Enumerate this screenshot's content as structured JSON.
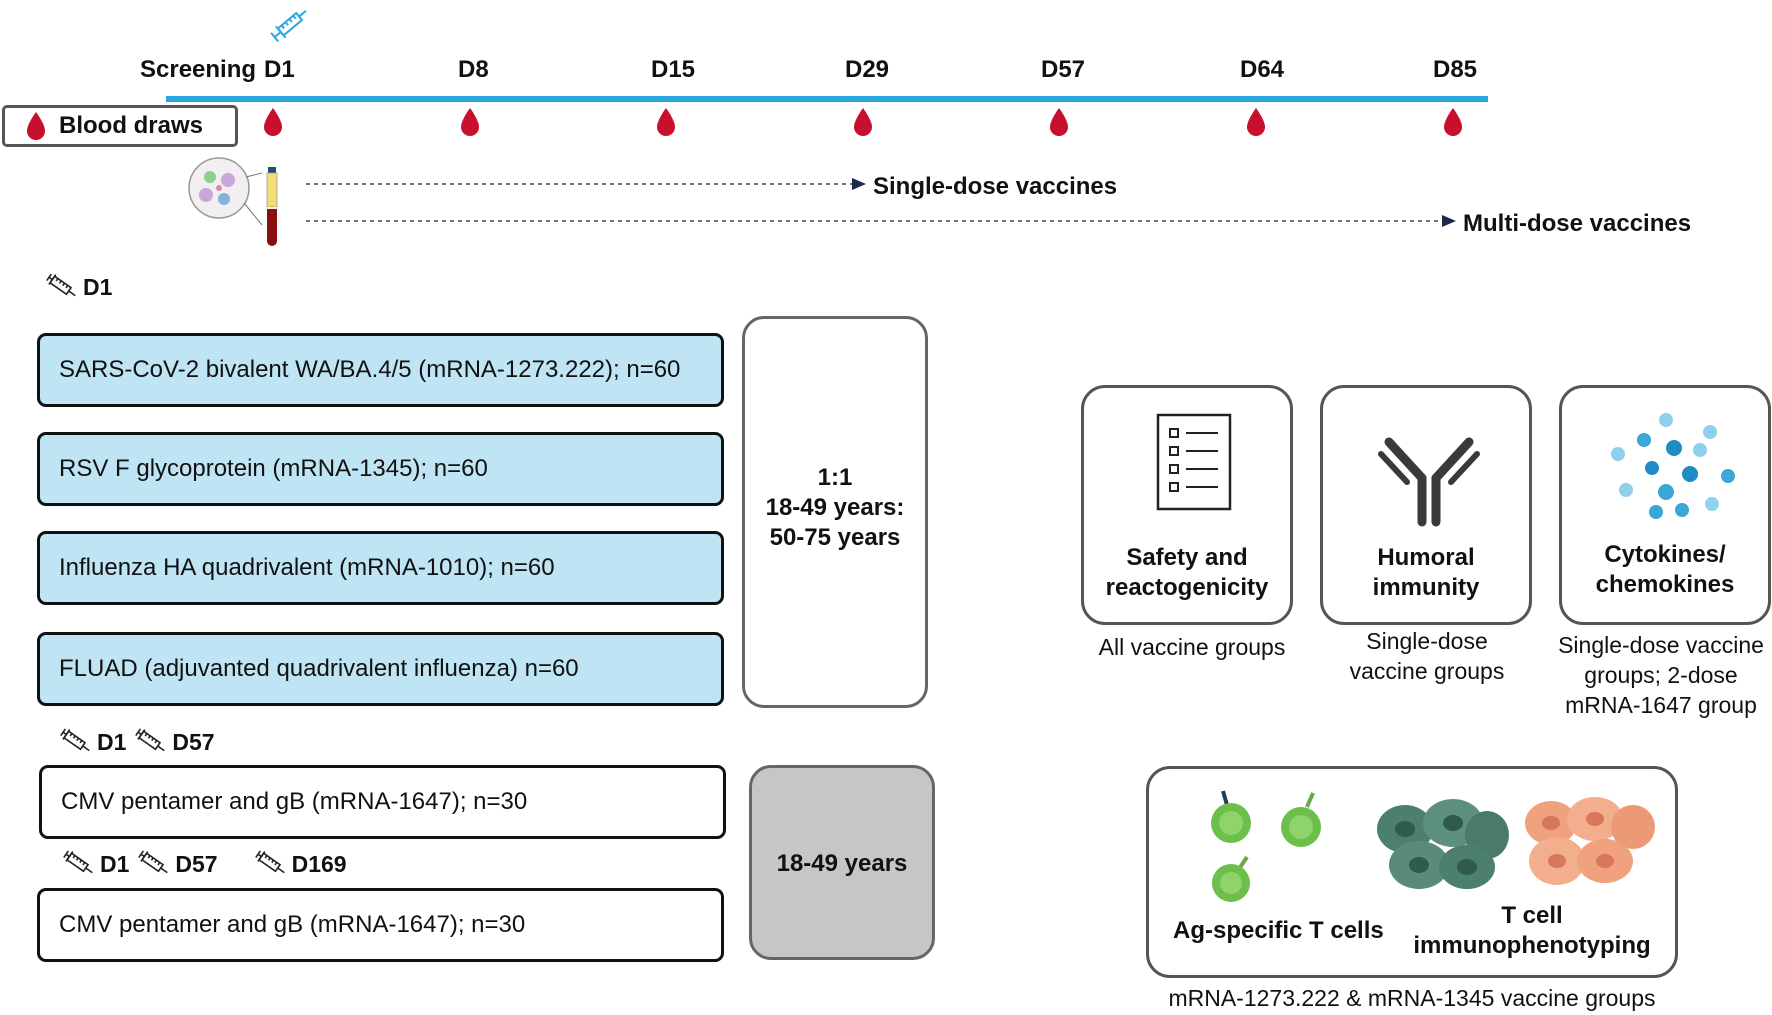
{
  "timeline": {
    "screening": "Screening",
    "days": [
      "D1",
      "D8",
      "D15",
      "D29",
      "D57",
      "D64",
      "D85"
    ],
    "line_color": "#29a8e0"
  },
  "blood_draws_label": "Blood draws",
  "single_dose_label": "Single-dose vaccines",
  "multi_dose_label": "Multi-dose vaccines",
  "groups": {
    "group1_dose": "D1",
    "single_dose_groups": [
      "SARS-CoV-2 bivalent WA/BA.4/5 (mRNA-1273.222); n=60",
      "RSV F glycoprotein (mRNA-1345); n=60",
      "Influenza HA quadrivalent (mRNA-1010); n=60",
      "FLUAD (adjuvanted quadrivalent influenza) n=60"
    ],
    "cmv2_doses": [
      "D1",
      "D57"
    ],
    "cmv2_label": "CMV pentamer and gB (mRNA-1647); n=30",
    "cmv3_doses": [
      "D1",
      "D57",
      "D169"
    ],
    "cmv3_label": "CMV pentamer and gB (mRNA-1647); n=30",
    "ratio_lines": [
      "1:1",
      "18-49 years:",
      "50-75 years"
    ],
    "cmv_age": "18-49 years"
  },
  "assays": {
    "safety": {
      "title_lines": [
        "Safety and",
        "reactogenicity"
      ],
      "caption_lines": [
        "All vaccine groups"
      ]
    },
    "humoral": {
      "title_lines": [
        "Humoral",
        "immunity"
      ],
      "caption_lines": [
        "Single-dose",
        "vaccine groups"
      ]
    },
    "cytokines": {
      "title_lines": [
        "Cytokines/",
        "chemokines"
      ],
      "caption_lines": [
        "Single-dose vaccine",
        "groups; 2-dose",
        "mRNA-1647 group"
      ]
    },
    "tcell": {
      "ag_label": "Ag-specific T cells",
      "pheno_lines": [
        "T cell",
        "immunophenotyping"
      ],
      "caption": "mRNA-1273.222 & mRNA-1345 vaccine groups"
    }
  },
  "colors": {
    "box_blue": "#bfe4f4",
    "blood_red": "#c8102e",
    "age_box_gray": "#c6c6c6",
    "timeline_blue": "#29a8e0"
  }
}
